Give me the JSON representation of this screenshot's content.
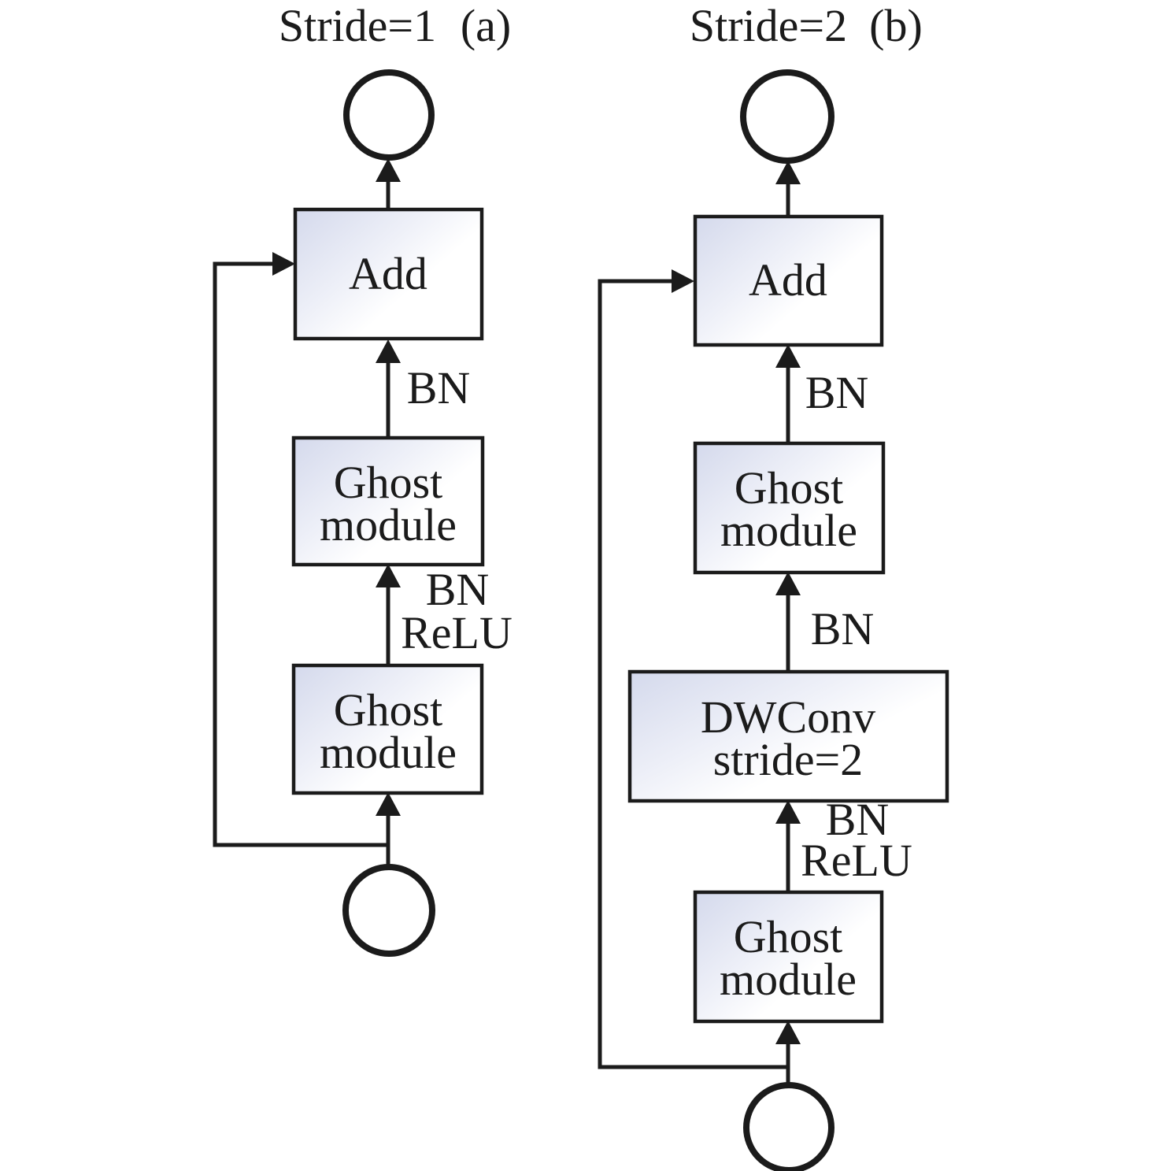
{
  "colors": {
    "stroke": "#1b1b1b",
    "text": "#1b1b1b",
    "box_fill_start": "#d4d9ec",
    "box_fill_mid": "#eef0f8",
    "box_fill_end": "#ffffff",
    "background": "#ffffff"
  },
  "panel_a": {
    "title": "Stride=1",
    "title_tag": "(a)",
    "nodes": {
      "add": "Add",
      "ghost_upper_l1": "Ghost",
      "ghost_upper_l2": "module",
      "ghost_lower_l1": "Ghost",
      "ghost_lower_l2": "module"
    },
    "edge_labels": {
      "bn_top": "BN",
      "bn_mid": "BN",
      "relu_mid": "ReLU"
    }
  },
  "panel_b": {
    "title": "Stride=2",
    "title_tag": "(b)",
    "nodes": {
      "add": "Add",
      "ghost_upper_l1": "Ghost",
      "ghost_upper_l2": "module",
      "dwconv_l1": "DWConv",
      "dwconv_l2": "stride=2",
      "ghost_lower_l1": "Ghost",
      "ghost_lower_l2": "module"
    },
    "edge_labels": {
      "bn_top": "BN",
      "bn_mid": "BN",
      "bn_bottom": "BN",
      "relu_bottom": "ReLU"
    }
  }
}
